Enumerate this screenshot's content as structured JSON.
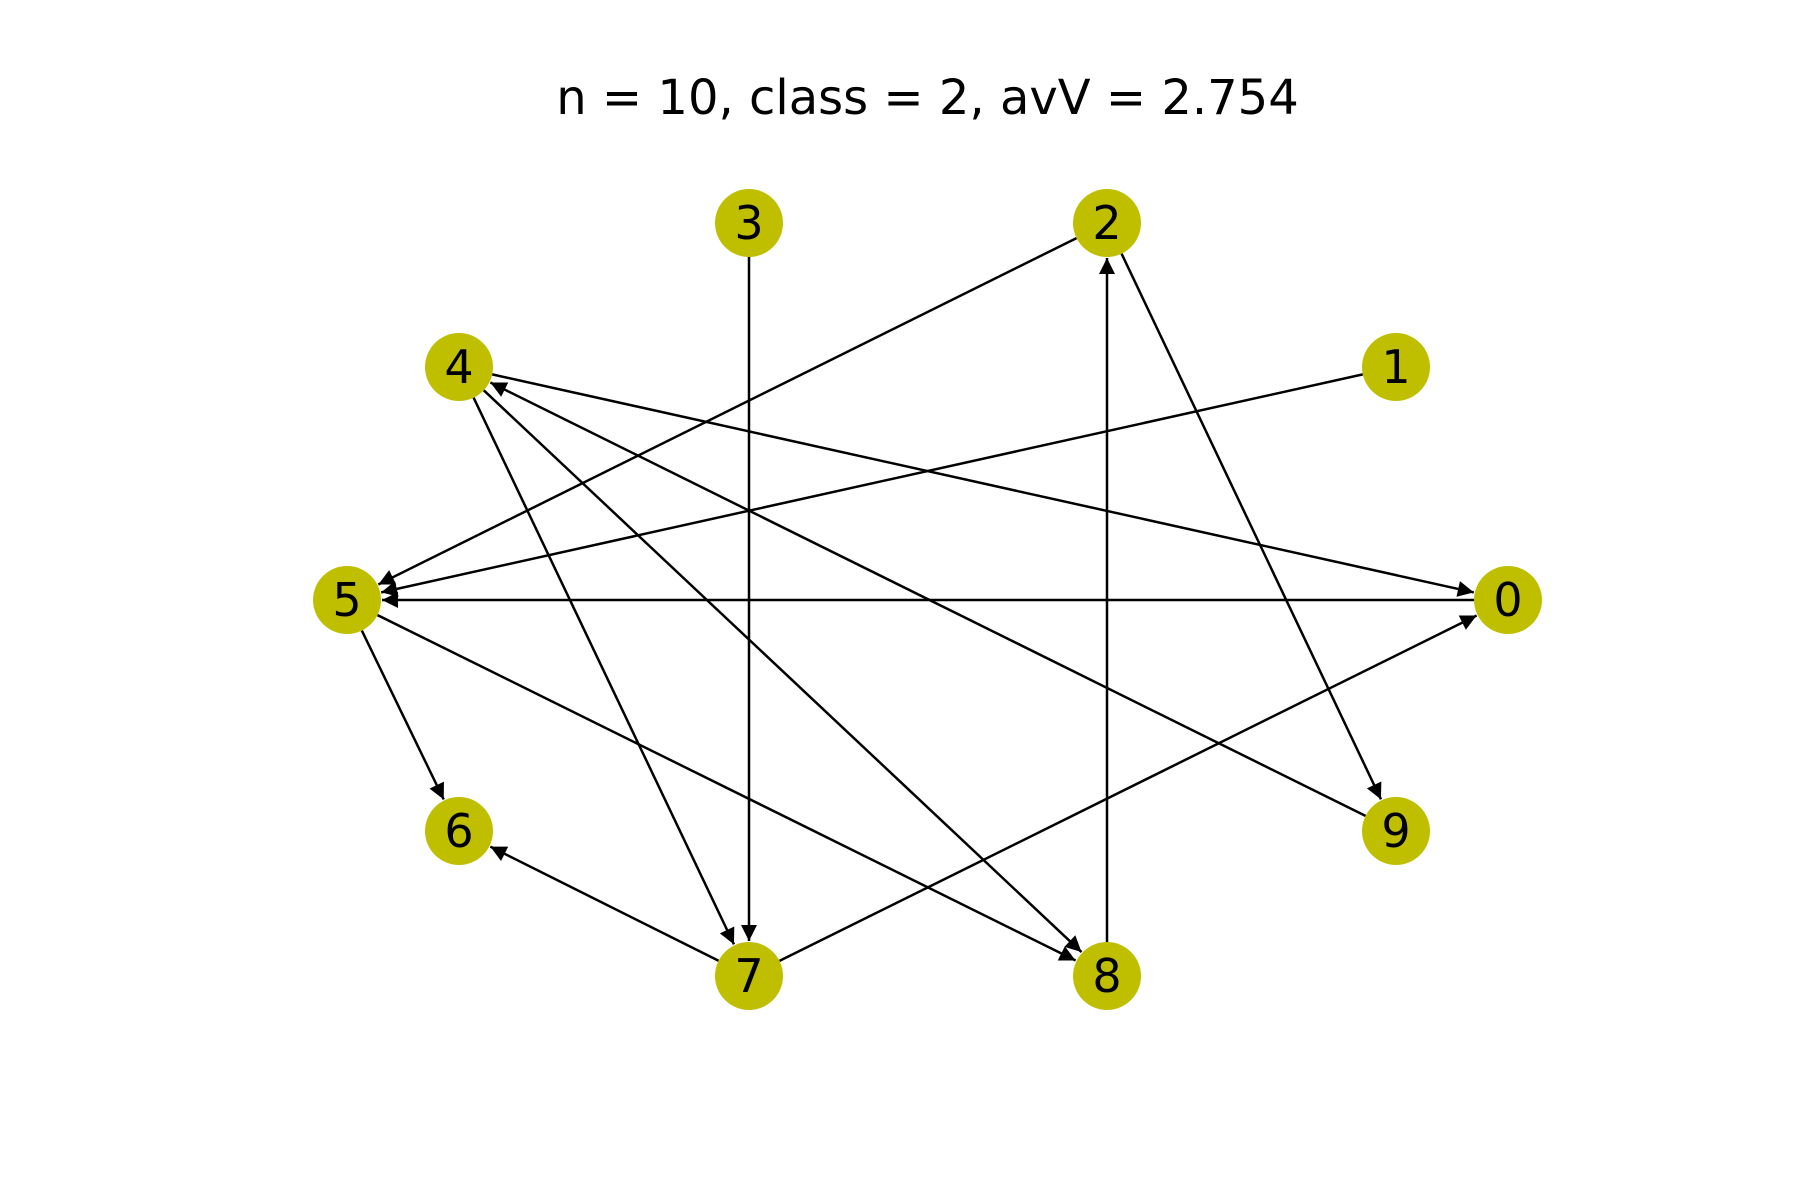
{
  "title": "n = 10, class = 2, avV = 2.754",
  "node_color": "#bfbf00",
  "edge_color": "#000000",
  "label_color": "#000000",
  "nodes": [
    {
      "id": "0",
      "label": "0"
    },
    {
      "id": "1",
      "label": "1"
    },
    {
      "id": "2",
      "label": "2"
    },
    {
      "id": "3",
      "label": "3"
    },
    {
      "id": "4",
      "label": "4"
    },
    {
      "id": "5",
      "label": "5"
    },
    {
      "id": "6",
      "label": "6"
    },
    {
      "id": "7",
      "label": "7"
    },
    {
      "id": "8",
      "label": "8"
    },
    {
      "id": "9",
      "label": "9"
    }
  ],
  "edges": [
    {
      "from": "3",
      "to": "7"
    },
    {
      "from": "2",
      "to": "5"
    },
    {
      "from": "8",
      "to": "2"
    },
    {
      "from": "2",
      "to": "9"
    },
    {
      "from": "1",
      "to": "5"
    },
    {
      "from": "4",
      "to": "0"
    },
    {
      "from": "4",
      "to": "7"
    },
    {
      "from": "4",
      "to": "8"
    },
    {
      "from": "9",
      "to": "4"
    },
    {
      "from": "0",
      "to": "5"
    },
    {
      "from": "5",
      "to": "6"
    },
    {
      "from": "5",
      "to": "8"
    },
    {
      "from": "7",
      "to": "6"
    },
    {
      "from": "7",
      "to": "0"
    }
  ]
}
